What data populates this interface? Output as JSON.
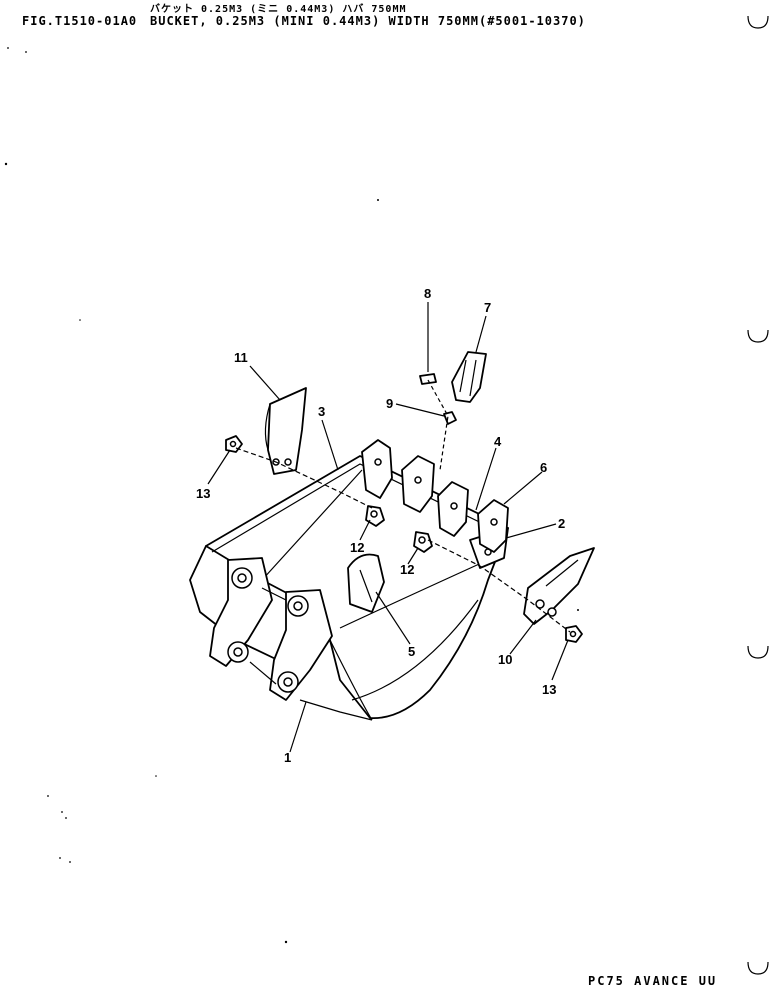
{
  "header": {
    "japanese_title": "バケット 0.25M3 (ミニ 0.44M3) ハバ 750MM",
    "figure_id": "FIG.T1510-01A0",
    "title": "BUCKET, 0.25M3 (MINI 0.44M3) WIDTH 750MM(#5001-10370)"
  },
  "footer": {
    "model": "PC75 AVANCE UU"
  },
  "callouts": {
    "c1": "1",
    "c2": "2",
    "c3": "3",
    "c4": "4",
    "c5": "5",
    "c6": "6",
    "c7": "7",
    "c8": "8",
    "c9": "9",
    "c10": "10",
    "c11": "11",
    "c12a": "12",
    "c12b": "12",
    "c13a": "13",
    "c13b": "13"
  },
  "icons": [
    "binder-hole-icon"
  ]
}
